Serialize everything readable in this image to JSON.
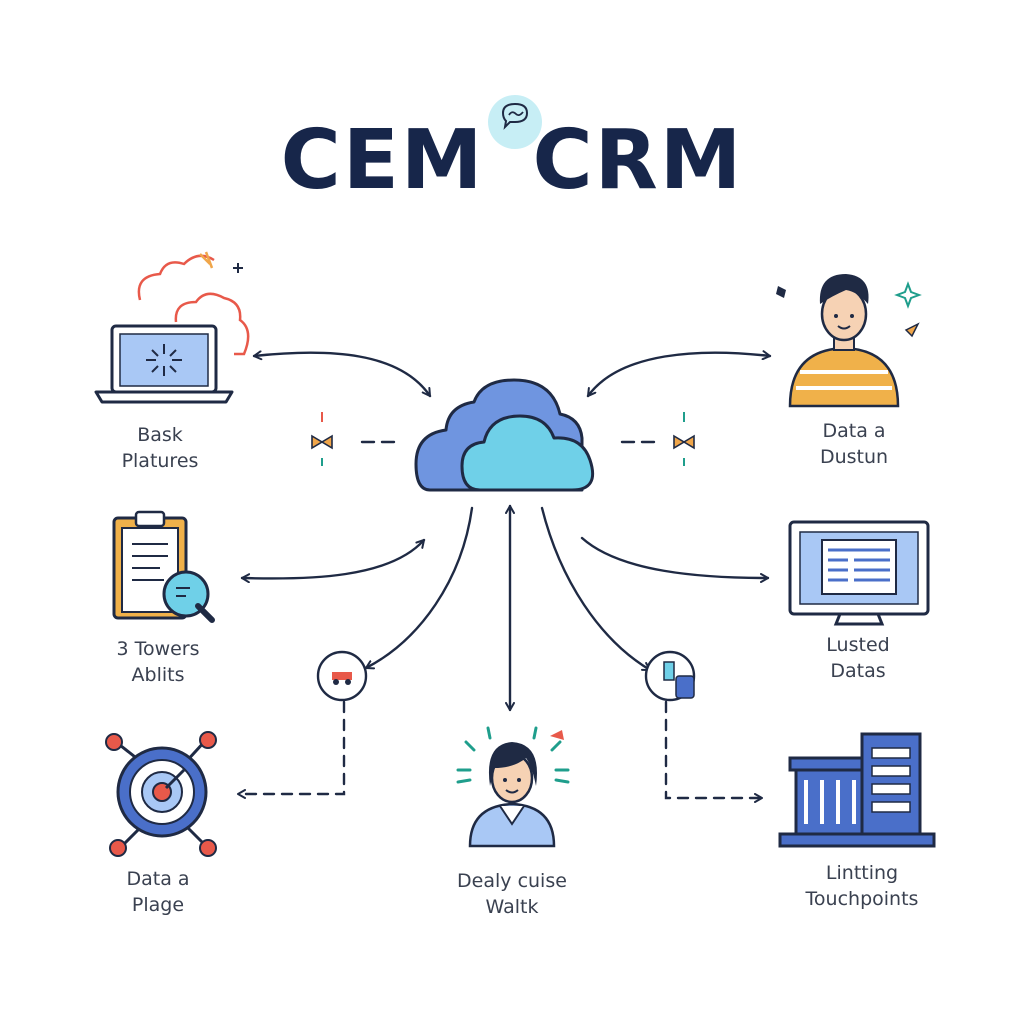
{
  "title": {
    "left": "CEM",
    "right": "CRM"
  },
  "nodes": [
    {
      "id": "laptop",
      "icon": "laptop-icon",
      "label": [
        "Bask",
        "Platures"
      ]
    },
    {
      "id": "person",
      "icon": "person-icon",
      "label": [
        "Data a",
        "Dustun"
      ]
    },
    {
      "id": "report",
      "icon": "clipboard-icon",
      "label": [
        "3 Towers",
        "Ablits"
      ]
    },
    {
      "id": "monitor",
      "icon": "monitor-icon",
      "label": [
        "Lusted",
        "Datas"
      ]
    },
    {
      "id": "target",
      "icon": "target-network-icon",
      "label": [
        "Data a",
        "Plage"
      ]
    },
    {
      "id": "agent",
      "icon": "agent-icon",
      "label": [
        "Dealy cuise",
        "Waltk"
      ]
    },
    {
      "id": "building",
      "icon": "building-server-icon",
      "label": [
        "Lintting",
        "Touchpoints"
      ]
    }
  ],
  "hub": {
    "icon": "cloud-icon"
  },
  "colors": {
    "title": "#17264a",
    "stroke": "#1f2a44",
    "cloud_back": "#6f95e0",
    "cloud_front": "#6fd0e8",
    "screen": "#a9c8f5",
    "accent_orange": "#f0a64a",
    "accent_red": "#e8594a",
    "label": "#3a4150"
  }
}
